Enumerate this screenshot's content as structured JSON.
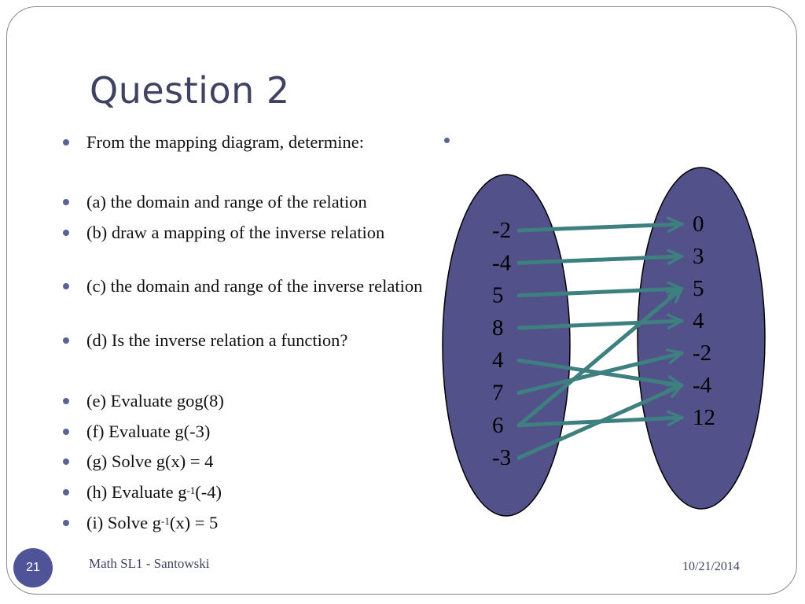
{
  "slide": {
    "title": "Question 2",
    "footer_text": "Math SL1 - Santowski",
    "date": "10/21/2014",
    "slide_number": "21"
  },
  "bullets": [
    {
      "id": "intro",
      "text": "From the mapping diagram, determine:"
    },
    {
      "id": "a",
      "text": "(a) the domain and range of the relation"
    },
    {
      "id": "b",
      "text": "(b) draw a mapping of the inverse relation"
    },
    {
      "id": "c",
      "text": "(c) the domain and range of the inverse relation"
    },
    {
      "id": "d",
      "text": "(d) Is the inverse relation a function?"
    },
    {
      "id": "e",
      "text": "(e) Evaluate gog(8)"
    },
    {
      "id": "f",
      "text": "(f) Evaluate g(-3)"
    },
    {
      "id": "g",
      "text": "(g) Solve g(x) = 4"
    },
    {
      "id": "h",
      "pre": "(h) Evaluate g",
      "sup": "-1",
      "post": "(-4)"
    },
    {
      "id": "i",
      "pre": "(i) Solve g",
      "sup": "-1",
      "post": "(x) = 5"
    }
  ],
  "mapping": {
    "domain": [
      "-2",
      "-4",
      "5",
      "8",
      "4",
      "7",
      "6",
      "-3"
    ],
    "range": [
      "0",
      "3",
      "5",
      "4",
      "-2",
      "-4",
      "12"
    ],
    "arrows": [
      {
        "from": "-2",
        "to": "0"
      },
      {
        "from": "-4",
        "to": "3"
      },
      {
        "from": "5",
        "to": "5"
      },
      {
        "from": "8",
        "to": "4"
      },
      {
        "from": "4",
        "to": "-4"
      },
      {
        "from": "7",
        "to": "-2"
      },
      {
        "from": "6",
        "to": "5"
      },
      {
        "from": "6",
        "to": "12"
      },
      {
        "from": "-3",
        "to": "-4"
      }
    ],
    "colors": {
      "ellipse_fill": "#52518a",
      "arrow": "#3e7f80",
      "text": "#000000"
    }
  }
}
